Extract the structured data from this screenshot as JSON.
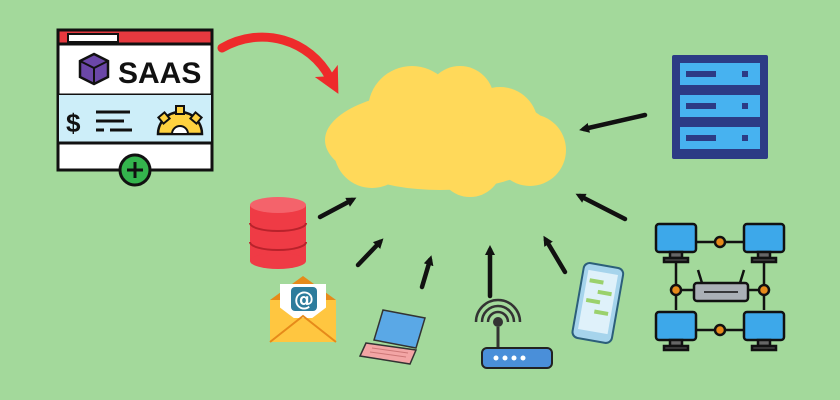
{
  "saas_card": {
    "label": "SAAS",
    "currency_symbol": "$",
    "icons": [
      "cube-icon",
      "gear-icon",
      "plus-icon"
    ]
  },
  "cloud": {
    "icon": "cloud-icon"
  },
  "devices": [
    {
      "id": "saas",
      "icon": "saas-window-icon"
    },
    {
      "id": "server",
      "icon": "server-rack-icon"
    },
    {
      "id": "database",
      "icon": "database-icon"
    },
    {
      "id": "email",
      "icon": "email-envelope-icon",
      "symbol": "@"
    },
    {
      "id": "laptop",
      "icon": "laptop-icon"
    },
    {
      "id": "router",
      "icon": "wifi-router-icon"
    },
    {
      "id": "phone",
      "icon": "smartphone-icon"
    },
    {
      "id": "network",
      "icon": "computer-network-icon"
    }
  ],
  "colors": {
    "background": "#a3d99b",
    "cloud": "#ffd95a",
    "arrow": "#111111",
    "highlight_arrow": "#ee2b2b",
    "card_red": "#e5393f",
    "card_blue": "#cdeef9",
    "server_navy": "#2c3b85",
    "server_blue": "#47b2f0",
    "database_red": "#ef3b45",
    "envelope": "#ffc640",
    "envelope_dark": "#e68a1a",
    "email_badge": "#2d7c9c",
    "laptop_blue": "#5aa8e6",
    "laptop_pink": "#f3a5a5",
    "router_blue": "#4a8fd9",
    "phone_blue": "#a6d4ec",
    "monitor_blue": "#3da8ea",
    "plus_green": "#34b44d"
  }
}
